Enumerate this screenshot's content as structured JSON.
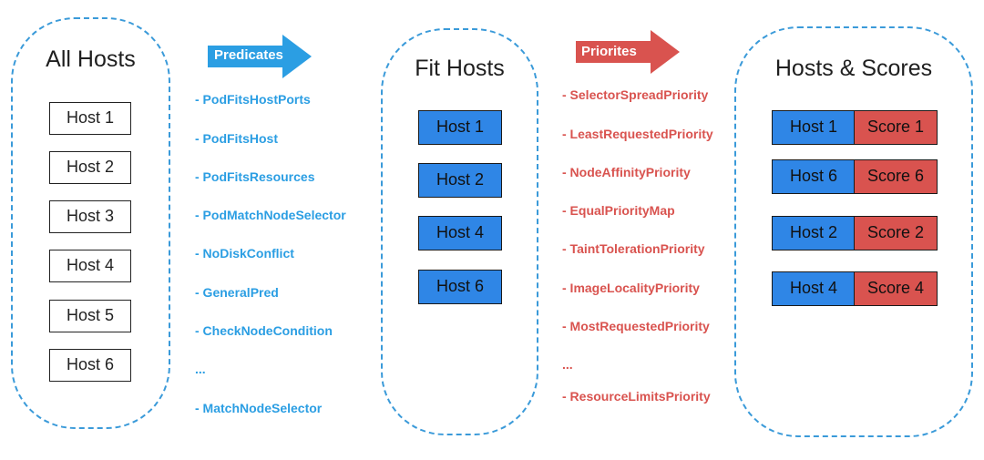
{
  "all_hosts": {
    "title": "All Hosts",
    "hosts": [
      "Host 1",
      "Host 2",
      "Host 3",
      "Host 4",
      "Host 5",
      "Host 6"
    ]
  },
  "predicates": {
    "label": "Predicates",
    "items": [
      "- PodFitsHostPorts",
      "- PodFitsHost",
      "- PodFitsResources",
      "- PodMatchNodeSelector",
      "- NoDiskConflict",
      "- GeneralPred",
      "- CheckNodeCondition",
      "...",
      "- MatchNodeSelector"
    ]
  },
  "fit_hosts": {
    "title": "Fit Hosts",
    "hosts": [
      "Host 1",
      "Host 2",
      "Host 4",
      "Host 6"
    ]
  },
  "priorities": {
    "label": "Priorites",
    "items": [
      "- SelectorSpreadPriority",
      "- LeastRequestedPriority",
      "- NodeAffinityPriority",
      "- EqualPriorityMap",
      "- TaintTolerationPriority",
      "- ImageLocalityPriority",
      "- MostRequestedPriority",
      "...",
      "- ResourceLimitsPriority"
    ]
  },
  "hosts_scores": {
    "title": "Hosts & Scores",
    "rows": [
      {
        "host": "Host 1",
        "score": "Score 1"
      },
      {
        "host": "Host 6",
        "score": "Score 6"
      },
      {
        "host": "Host 2",
        "score": "Score 2"
      },
      {
        "host": "Host 4",
        "score": "Score 4"
      }
    ]
  },
  "colors": {
    "dashed_border": "#3a9ad9",
    "blue_box": "#2f86e6",
    "red_box": "#d9534f",
    "predicate_text": "#2b9ee3",
    "priority_text": "#d9534f"
  }
}
